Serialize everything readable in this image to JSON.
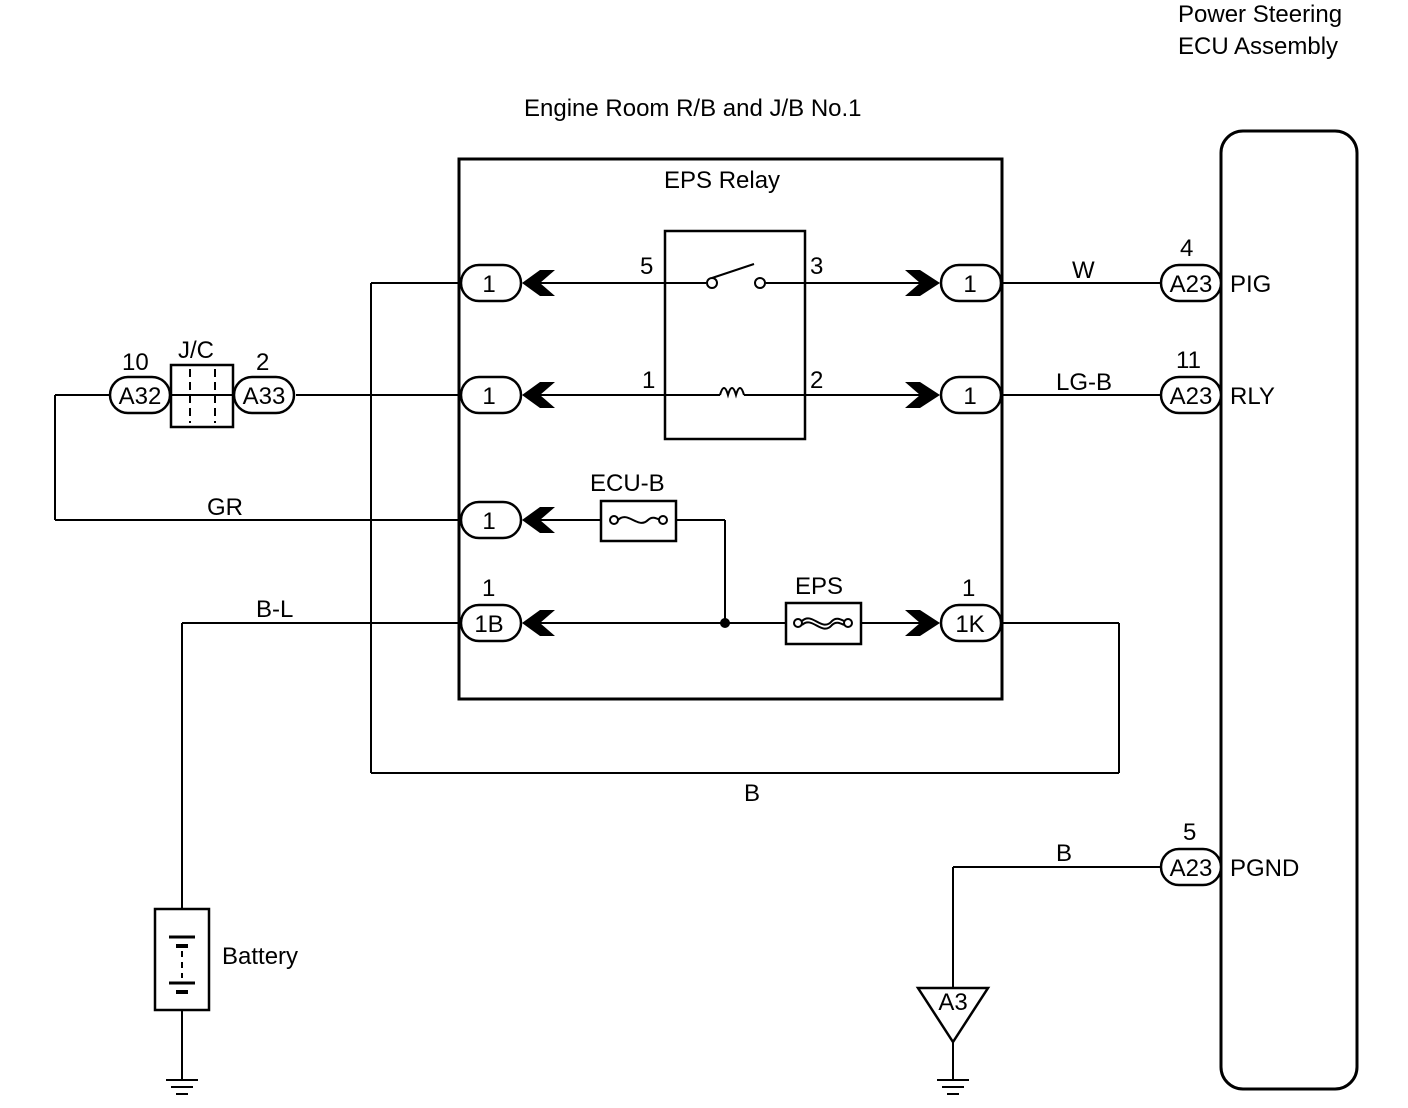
{
  "titles": {
    "ecu_line1": "Power Steering",
    "ecu_line2": "ECU Assembly",
    "junction_block": "Engine Room R/B and J/B No.1",
    "relay": "EPS Relay"
  },
  "relay_pins": {
    "pin5": "5",
    "pin3": "3",
    "pin1": "1",
    "pin2": "2"
  },
  "connector_pins": {
    "left_row1": "1",
    "left_row2": "1",
    "left_row3": "1",
    "left_row4": "1B",
    "left_row4_num": "1",
    "right_row1": "1",
    "right_row2": "1",
    "right_row4": "1K",
    "right_row4_num": "1"
  },
  "fuses": {
    "ecu_b": "ECU-B",
    "eps": "EPS"
  },
  "junction_connector": {
    "label": "J/C",
    "left_code": "A32",
    "left_pin": "10",
    "right_code": "A33",
    "right_pin": "2"
  },
  "wires": {
    "pig": "W",
    "rly": "LG-B",
    "gr": "GR",
    "bl": "B-L",
    "b_loop": "B",
    "b_ground": "B"
  },
  "ecu_terminals": {
    "pig": {
      "code": "A23",
      "pin": "4",
      "name": "PIG"
    },
    "rly": {
      "code": "A23",
      "pin": "11",
      "name": "RLY"
    },
    "pgnd": {
      "code": "A23",
      "pin": "5",
      "name": "PGND"
    }
  },
  "battery": "Battery",
  "ground_point": "A3"
}
